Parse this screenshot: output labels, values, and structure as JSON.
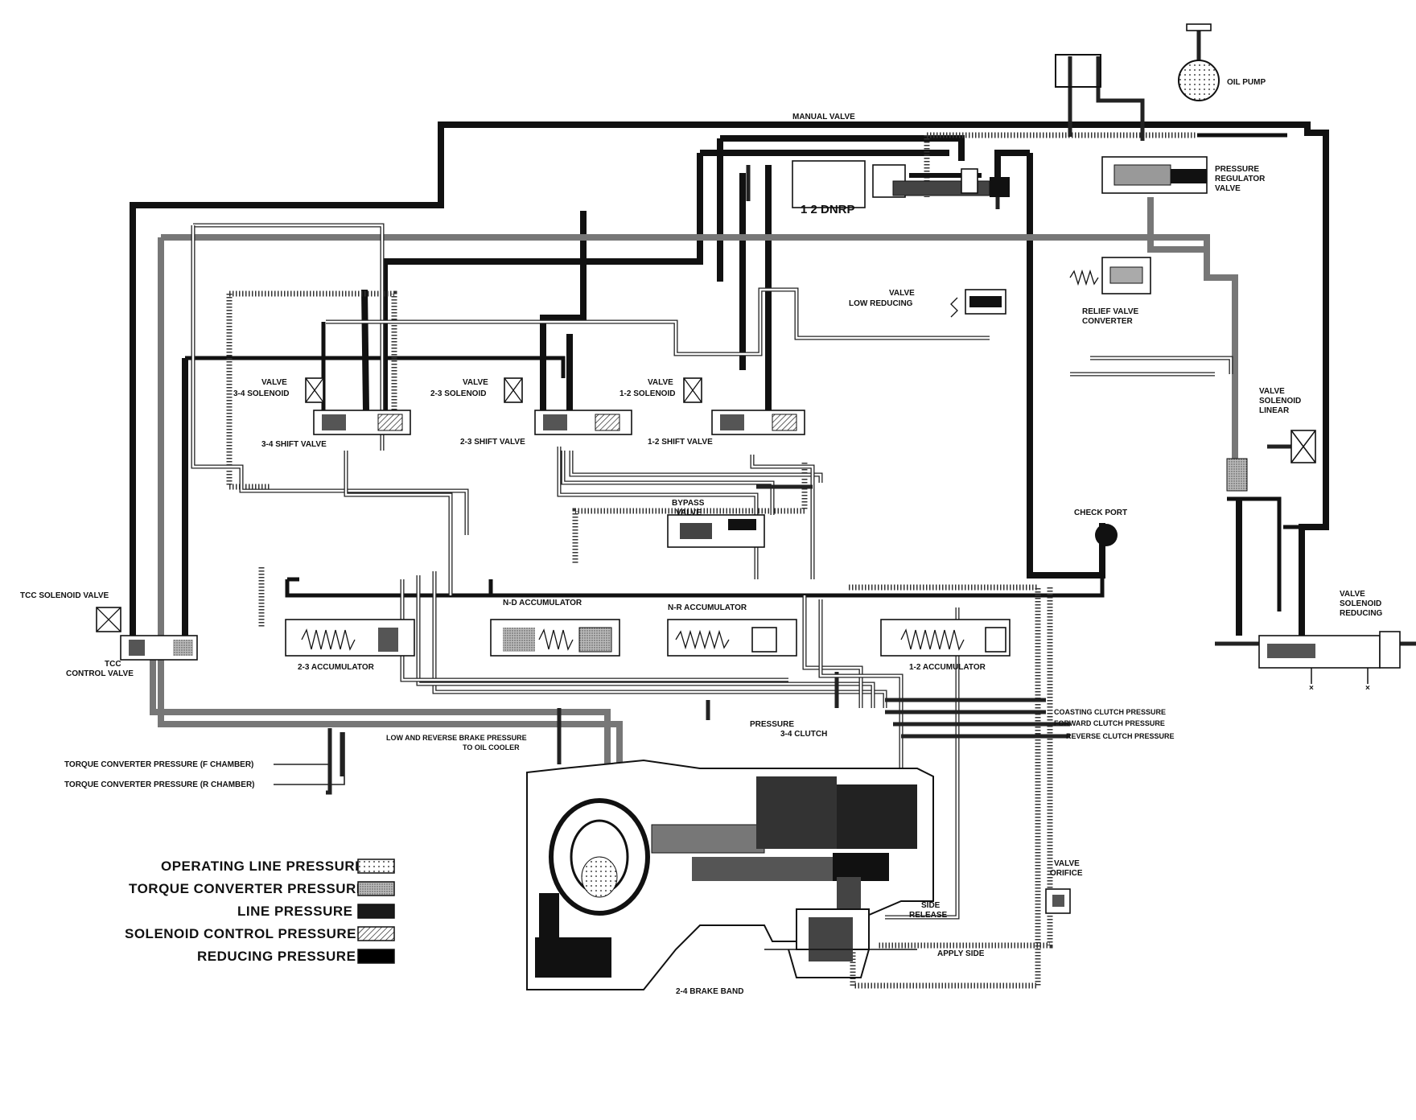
{
  "labels": {
    "oil_pump": "OIL PUMP",
    "manual_valve": "MANUAL VALVE",
    "manual_positions": "1 2 DNRP",
    "pressure_regulator_valve": [
      "PRESSURE",
      "REGULATOR",
      "VALVE"
    ],
    "low_reducing_valve": [
      "LOW REDUCING",
      "VALVE"
    ],
    "converter_relief_valve": [
      "CONVERTER",
      "RELIEF VALVE"
    ],
    "linear_solenoid_valve": [
      "LINEAR",
      "SOLENOID",
      "VALVE"
    ],
    "sol_34": [
      "3-4 SOLENOID",
      "VALVE"
    ],
    "sol_23": [
      "2-3 SOLENOID",
      "VALVE"
    ],
    "sol_12": [
      "1-2 SOLENOID",
      "VALVE"
    ],
    "shift_34": "3-4 SHIFT VALVE",
    "shift_23": "2-3 SHIFT VALVE",
    "shift_12": "1-2 SHIFT VALVE",
    "bypass_valve": [
      "BYPASS",
      "VALVE"
    ],
    "check_port": "CHECK PORT",
    "tcc_solenoid_valve": "TCC SOLENOID VALVE",
    "tcc_control_valve": [
      "TCC",
      "CONTROL VALVE"
    ],
    "reducing_solenoid_valve": [
      "REDUCING",
      "SOLENOID",
      "VALVE"
    ],
    "nd_accumulator": "N-D ACCUMULATOR",
    "nr_accumulator": "N-R ACCUMULATOR",
    "acc_23": "2-3 ACCUMULATOR",
    "acc_12": "1-2 ACCUMULATOR",
    "coasting_clutch": "COASTING CLUTCH PRESSURE",
    "forward_clutch": "FORWARD CLUTCH PRESSURE",
    "reverse_clutch": "REVERSE CLUTCH PRESSURE",
    "clutch_34": [
      "3-4 CLUTCH",
      "PRESSURE"
    ],
    "oil_cooler": "TO OIL COOLER",
    "low_reverse_brake": "LOW AND REVERSE BRAKE PRESSURE",
    "tc_pressure_f": "TORQUE CONVERTER PRESSURE (F CHAMBER)",
    "tc_pressure_r": "TORQUE CONVERTER PRESSURE (R CHAMBER)",
    "orifice_valve": [
      "ORIFICE",
      "VALVE"
    ],
    "release_side": [
      "RELEASE",
      "SIDE"
    ],
    "apply_side": "APPLY SIDE",
    "brake_band": "2-4 BRAKE BAND"
  },
  "legend": [
    {
      "label": "OPERATING LINE PRESSURE",
      "pattern": "dots"
    },
    {
      "label": "TORQUE CONVERTER PRESSURE",
      "pattern": "stipple"
    },
    {
      "label": "LINE PRESSURE",
      "pattern": "solid-dark"
    },
    {
      "label": "SOLENOID CONTROL PRESSURE",
      "pattern": "hatch"
    },
    {
      "label": "REDUCING PRESSURE",
      "pattern": "solid"
    }
  ]
}
